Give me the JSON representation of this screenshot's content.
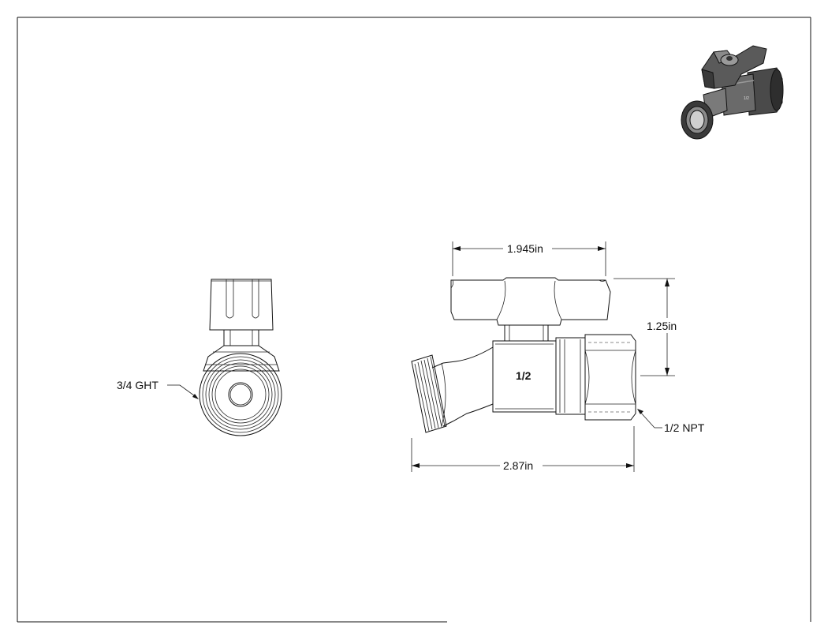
{
  "drawing": {
    "dimensions": {
      "handle_width": "1.945in",
      "height": "1.25in",
      "overall_length": "2.87in"
    },
    "callouts": {
      "inlet": "3/4 GHT",
      "outlet": "1/2 NPT",
      "body_marking": "1/2"
    },
    "icons": {
      "iso_preview": "ball-valve-isometric-icon"
    }
  }
}
